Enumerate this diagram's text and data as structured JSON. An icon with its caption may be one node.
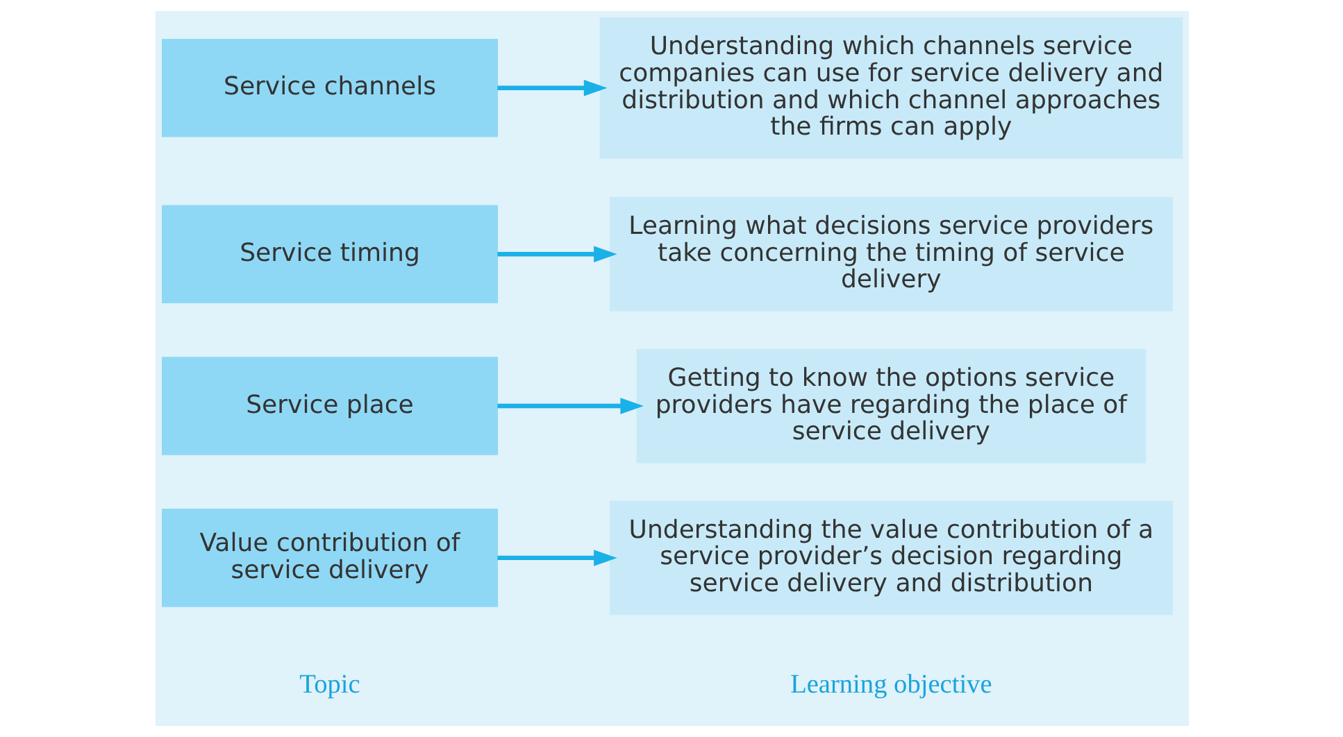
{
  "diagram": {
    "nodes": [
      {
        "text": [
          "Value contribution of service delivery"
        ]
      },
      {
        "text": [
          "Understanding the value contribution of a service provider’s decision regarding service delivery and distribution"
        ]
      },
      {
        "text": [
          "Service place"
        ]
      },
      {
        "text": [
          "Getting to know the options service providers have regarding the place of service delivery"
        ]
      },
      {
        "text": [
          "Service timing"
        ]
      },
      {
        "text": [
          "Learning what decisions service providers take concerning the timing of service delivery"
        ]
      },
      {
        "text": [
          "Service channels"
        ]
      },
      {
        "text": [
          "Understanding which channels service companies can use for service delivery and distribution and which channel approaches the firms can apply"
        ]
      }
    ],
    "edges": [
      {
        "from": 0,
        "to": 1,
        "arrow": "to"
      },
      {
        "from": 2,
        "to": 3,
        "arrow": "to"
      },
      {
        "from": 4,
        "to": 5,
        "arrow": "to"
      },
      {
        "from": 6,
        "to": 7,
        "arrow": "to"
      }
    ],
    "labels": [
      "Topic",
      "Learning objective"
    ]
  }
}
